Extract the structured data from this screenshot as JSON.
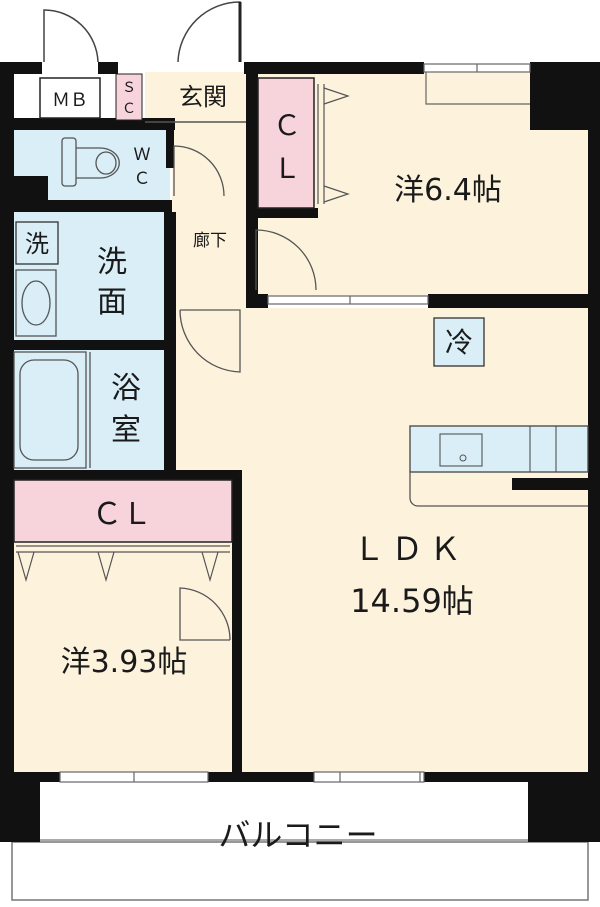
{
  "rooms": {
    "mb": "ＭＢ",
    "sc_s": "Ｓ",
    "sc_c": "Ｃ",
    "entrance": "玄関",
    "cl_top_c": "Ｃ",
    "cl_top_l": "Ｌ",
    "western_1": "洋6.4帖",
    "wc_w": "Ｗ",
    "wc_c": "Ｃ",
    "corridor": "廊下",
    "washer": "洗",
    "washroom_1": "洗",
    "washroom_2": "面",
    "fridge": "冷",
    "bath_1": "浴",
    "bath_2": "室",
    "cl_bottom": "ＣＬ",
    "ldk_name": "ＬＤＫ",
    "ldk_size": "14.59帖",
    "western_2": "洋3.93帖",
    "balcony": "バルコニー"
  },
  "colors": {
    "wall": "#111111",
    "floor": "#fdf3dd",
    "wet": "#d9eef6",
    "closet": "#f7d3dc",
    "balcony": "#ffffff"
  }
}
